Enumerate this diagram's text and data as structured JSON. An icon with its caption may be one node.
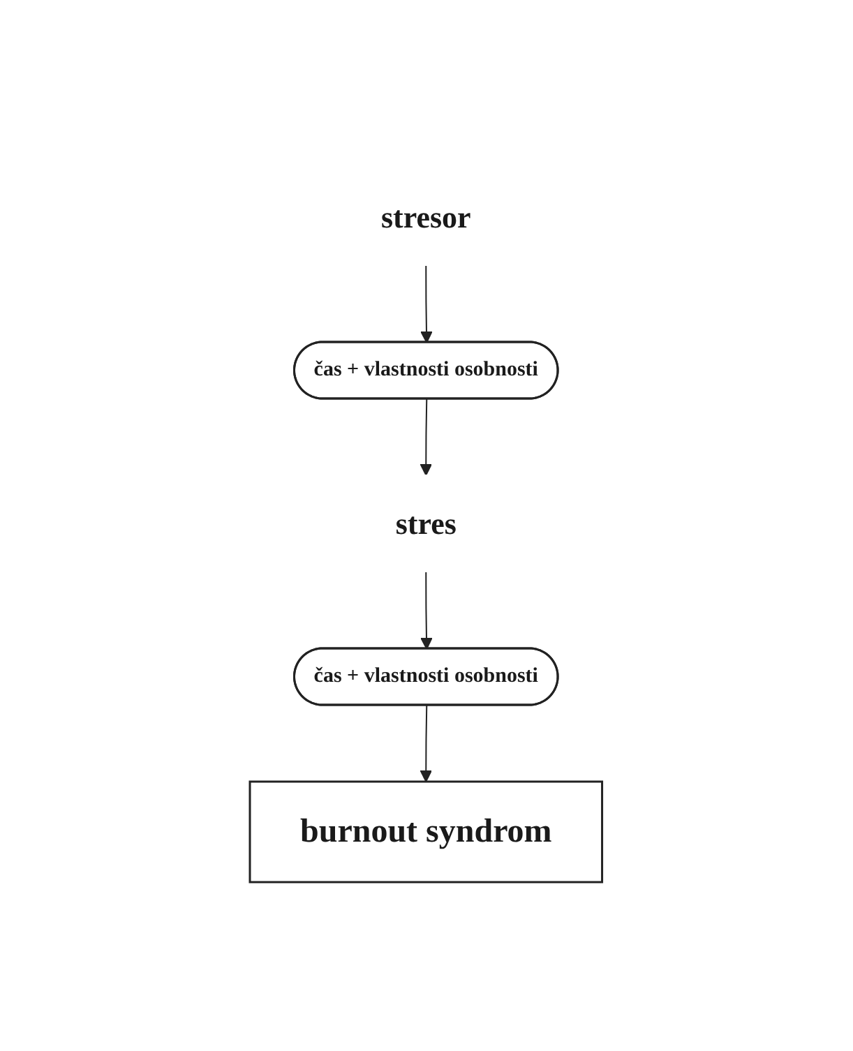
{
  "diagram": {
    "nodes": [
      {
        "text": [
          "stresor"
        ]
      },
      {
        "text": [
          "čas + vlastnosti osobnosti"
        ]
      },
      {
        "text": [
          "stres"
        ]
      },
      {
        "text": [
          "čas + vlastnosti osobnosti"
        ]
      },
      {
        "text": [
          "burnout syndrom"
        ]
      }
    ],
    "edges": [
      {
        "from": 0,
        "to": 1,
        "arrow": "to"
      },
      {
        "from": 1,
        "to": 2,
        "arrow": "to"
      },
      {
        "from": 2,
        "to": 3,
        "arrow": "to"
      },
      {
        "from": 3,
        "to": 4,
        "arrow": "to"
      }
    ]
  }
}
